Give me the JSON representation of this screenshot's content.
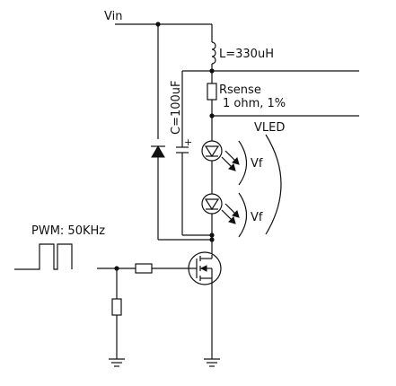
{
  "labels": {
    "vin": "Vin",
    "inductor": "L=330uH",
    "capacitor": "C=100uF",
    "cap_polarity": "+",
    "rsense_name": "Rsense",
    "rsense_value": "1 ohm, 1%",
    "vled": "VLED",
    "vf_top": "Vf",
    "vf_bottom": "Vf",
    "pwm": "PWM: 50KHz"
  }
}
